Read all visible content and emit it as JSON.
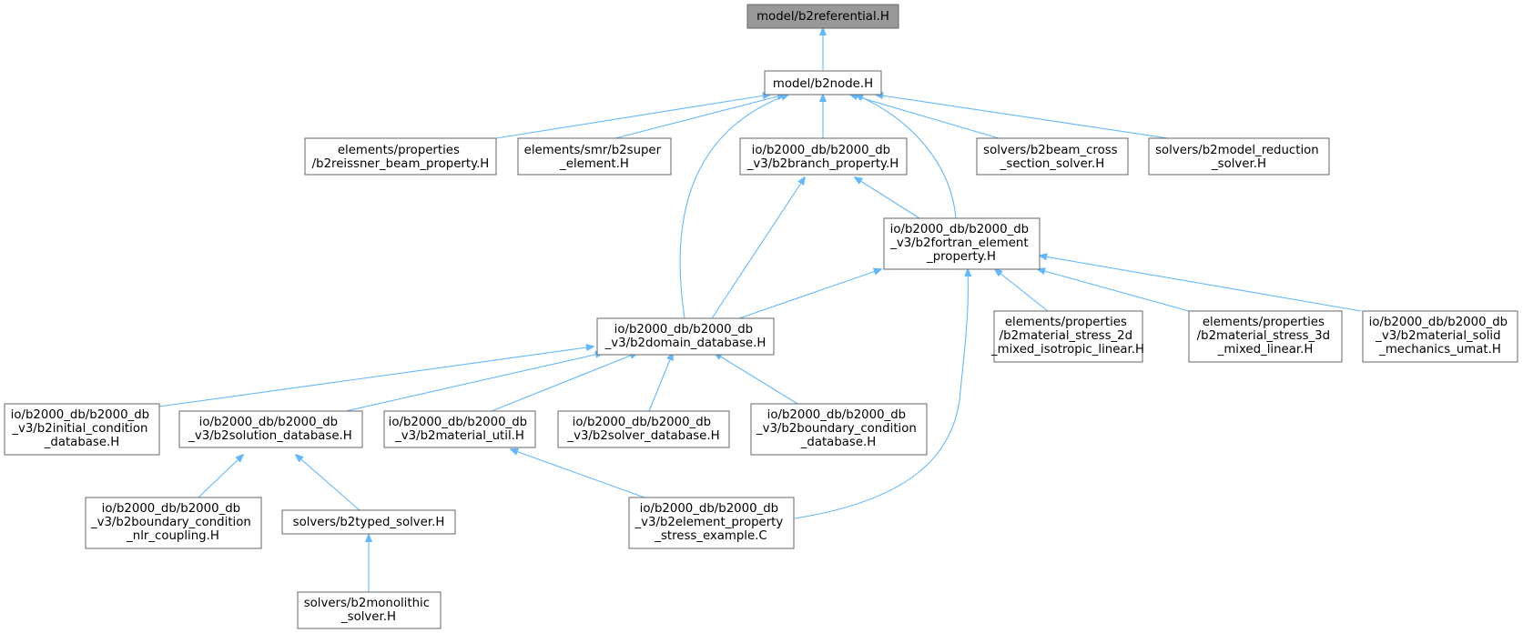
{
  "colors": {
    "edge": "#63b8ff",
    "node_border": "#666666",
    "root_fill": "#999999",
    "node_fill": "#ffffff"
  },
  "nodes": {
    "n0": {
      "lines": [
        "model/b2referential.H"
      ],
      "highlight": true
    },
    "n1": {
      "lines": [
        "model/b2node.H"
      ]
    },
    "n2": {
      "lines": [
        "elements/properties",
        "/b2reissner_beam_property.H"
      ]
    },
    "n3": {
      "lines": [
        "elements/smr/b2super",
        "_element.H"
      ]
    },
    "n4": {
      "lines": [
        "io/b2000_db/b2000_db",
        "_v3/b2branch_property.H"
      ]
    },
    "n5": {
      "lines": [
        "solvers/b2beam_cross",
        "_section_solver.H"
      ]
    },
    "n6": {
      "lines": [
        "solvers/b2model_reduction",
        "_solver.H"
      ]
    },
    "n7": {
      "lines": [
        "io/b2000_db/b2000_db",
        "_v3/b2fortran_element",
        "_property.H"
      ]
    },
    "n8": {
      "lines": [
        "io/b2000_db/b2000_db",
        "_v3/b2domain_database.H"
      ]
    },
    "n9": {
      "lines": [
        "elements/properties",
        "/b2material_stress_2d",
        "_mixed_isotropic_linear.H"
      ]
    },
    "n10": {
      "lines": [
        "elements/properties",
        "/b2material_stress_3d",
        "_mixed_linear.H"
      ]
    },
    "n11": {
      "lines": [
        "io/b2000_db/b2000_db",
        "_v3/b2material_solid",
        "_mechanics_umat.H"
      ]
    },
    "n12": {
      "lines": [
        "io/b2000_db/b2000_db",
        "_v3/b2initial_condition",
        "_database.H"
      ]
    },
    "n13": {
      "lines": [
        "io/b2000_db/b2000_db",
        "_v3/b2solution_database.H"
      ]
    },
    "n14": {
      "lines": [
        "io/b2000_db/b2000_db",
        "_v3/b2material_util.H"
      ]
    },
    "n15": {
      "lines": [
        "io/b2000_db/b2000_db",
        "_v3/b2solver_database.H"
      ]
    },
    "n16": {
      "lines": [
        "io/b2000_db/b2000_db",
        "_v3/b2boundary_condition",
        "_database.H"
      ]
    },
    "n17": {
      "lines": [
        "io/b2000_db/b2000_db",
        "_v3/b2boundary_condition",
        "_nlr_coupling.H"
      ]
    },
    "n18": {
      "lines": [
        "solvers/b2typed_solver.H"
      ]
    },
    "n19": {
      "lines": [
        "io/b2000_db/b2000_db",
        "_v3/b2element_property",
        "_stress_example.C"
      ]
    },
    "n20": {
      "lines": [
        "solvers/b2monolithic",
        "_solver.H"
      ]
    }
  }
}
